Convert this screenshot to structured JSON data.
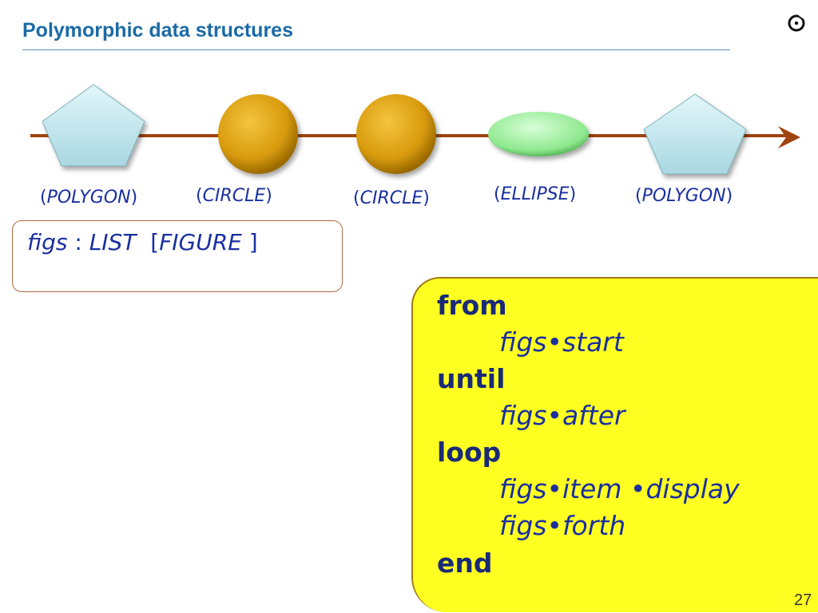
{
  "slide": {
    "title": "Polymorphic data structures",
    "page_number": "27"
  },
  "diagram": {
    "items": [
      {
        "shape": "pentagon",
        "label": "POLYGON"
      },
      {
        "shape": "circle",
        "label": "CIRCLE"
      },
      {
        "shape": "circle",
        "label": "CIRCLE"
      },
      {
        "shape": "ellipse",
        "label": "ELLIPSE"
      },
      {
        "shape": "pentagon",
        "label": "POLYGON"
      }
    ],
    "open_paren": "(",
    "close_paren": ")",
    "colors": {
      "arrow": "#a0440f",
      "pentagon": "#c8ecf2",
      "circle": "#e0a010",
      "ellipse": "#9af29a"
    }
  },
  "declaration": {
    "var": "figs",
    "colon": ":",
    "type": "LIST",
    "open_bracket": "[",
    "param": "FIGURE",
    "close_bracket": "]"
  },
  "code": {
    "from_kw": "from",
    "start_obj": "figs",
    "start_feature": "start",
    "until_kw": "until",
    "after_obj": "figs",
    "after_feature": "after",
    "loop_kw": "loop",
    "item_obj": "figs",
    "item_feature": "item",
    "display_feature": "display",
    "forth_obj": "figs",
    "forth_feature": "forth",
    "end_kw": "end",
    "dot": "•"
  }
}
